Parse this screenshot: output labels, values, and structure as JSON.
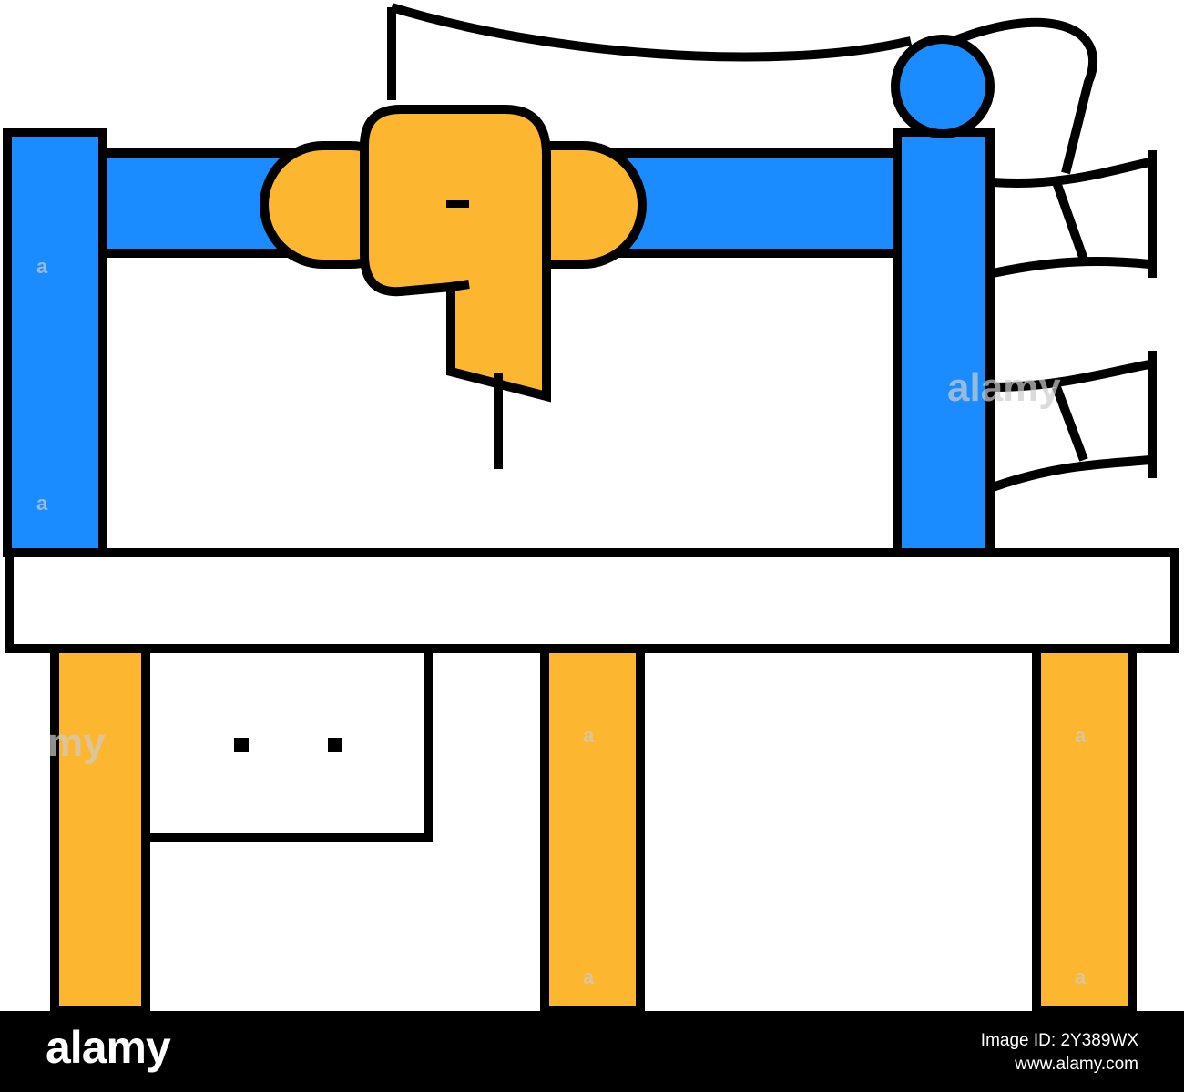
{
  "illustration": {
    "subject": "quilting-machine-icon",
    "colors": {
      "blue": "#1a8cff",
      "yellow": "#fdb62f",
      "outline": "#000000",
      "background": "#ffffff"
    }
  },
  "watermark": {
    "tile_text": "a",
    "center_text": "alamy",
    "side_text": "my"
  },
  "footer": {
    "brand": "alamy",
    "image_id": "Image ID: 2Y389WX",
    "site": "www.alamy.com"
  }
}
